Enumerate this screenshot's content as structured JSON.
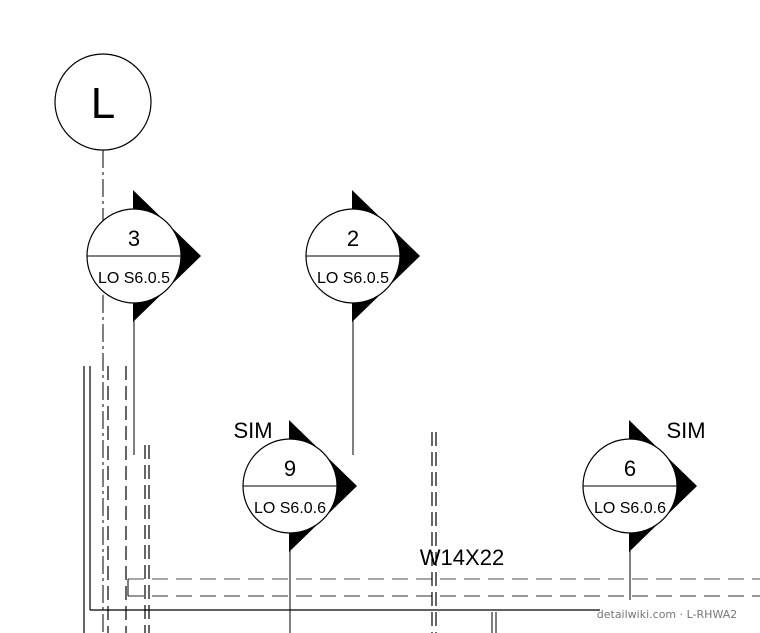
{
  "grid_bubble": {
    "label": "L"
  },
  "section_markers": [
    {
      "id": "marker-3",
      "number": "3",
      "sheet": "LO S6.0.5",
      "sim": ""
    },
    {
      "id": "marker-2",
      "number": "2",
      "sheet": "LO S6.0.5",
      "sim": ""
    },
    {
      "id": "marker-9",
      "number": "9",
      "sheet": "LO S6.0.6",
      "sim": "SIM"
    },
    {
      "id": "marker-6",
      "number": "6",
      "sheet": "LO S6.0.6",
      "sim": "SIM"
    }
  ],
  "beam_label": "W14X22",
  "watermark": "detailwiki.com · L-RHWA2"
}
